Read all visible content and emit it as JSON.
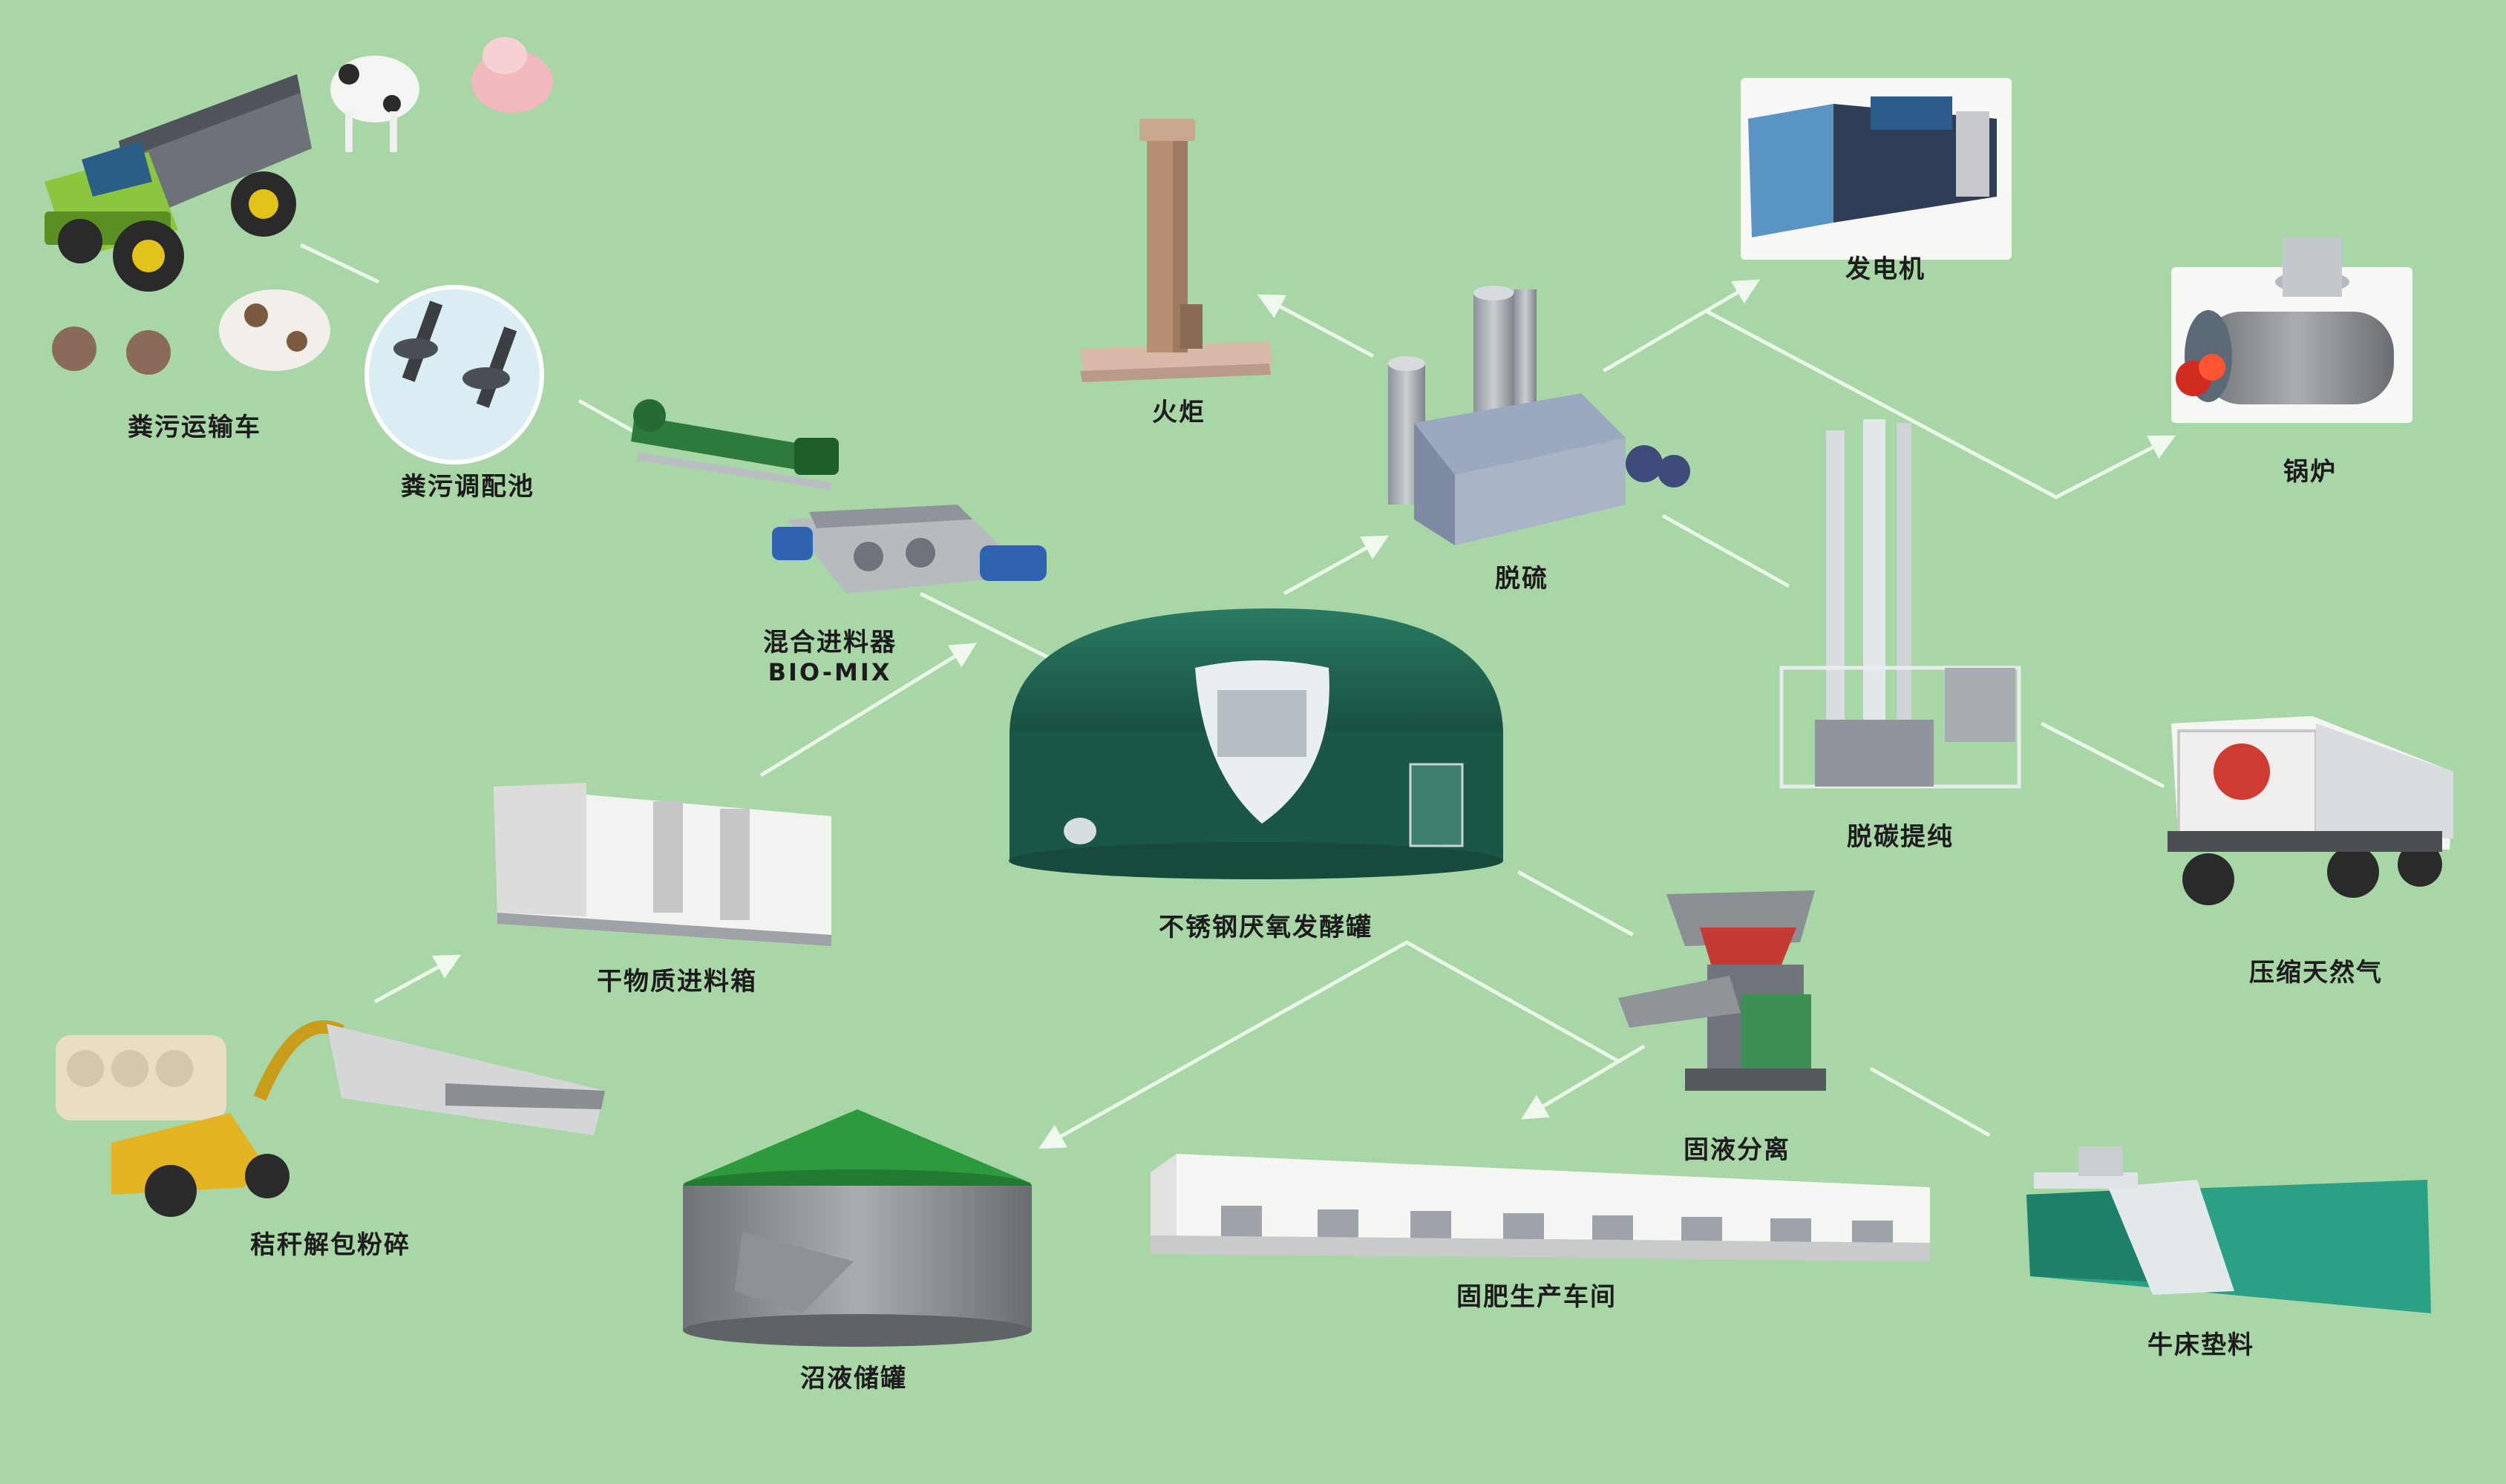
{
  "nodes": {
    "manure_truck": "粪污运输车",
    "manure_tank": "粪污调配池",
    "mixer": "混合进料器",
    "mixer_sub": "BIO-MIX",
    "torch": "火炬",
    "desulfurization": "脱硫",
    "generator": "发电机",
    "boiler": "锅炉",
    "decarb": "脱碳提纯",
    "cng": "压缩天然气",
    "digester": "不锈钢厌氧发酵罐",
    "dry_feeder": "干物质进料箱",
    "straw": "秸秆解包粉碎",
    "separator": "固液分离",
    "fertilizer_plant": "固肥生产车间",
    "bedding": "牛床垫料",
    "slurry_tank": "沼液储罐"
  },
  "colors": {
    "background": "#a8d6a6",
    "arrow": "#e9f7e6",
    "dome_green": "#1f6b55",
    "tank_green": "#2d9a3e"
  }
}
